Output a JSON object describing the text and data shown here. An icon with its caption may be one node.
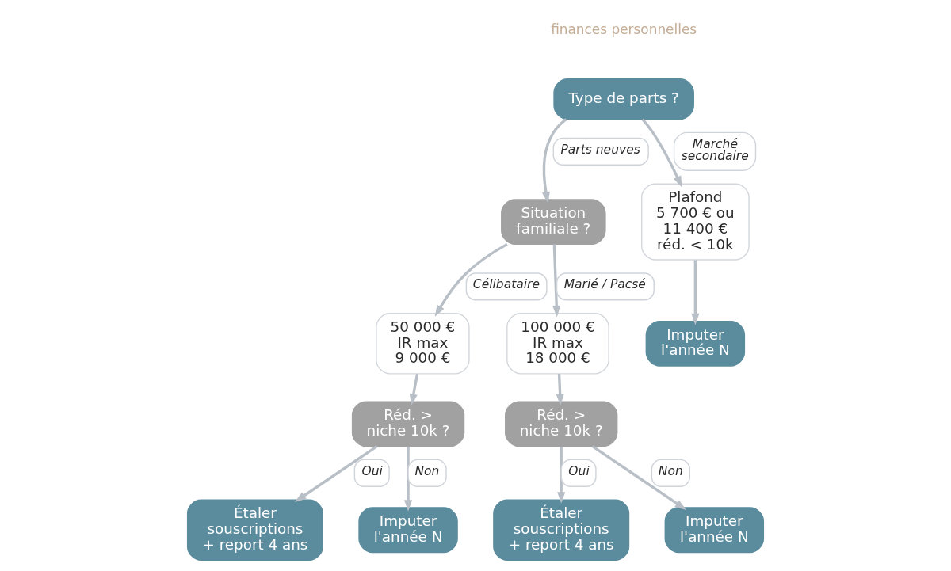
{
  "diagram": {
    "nodes": [
      {
        "text": [
          "Type de parts ?"
        ]
      },
      {
        "text": [
          "Situation familiale ?"
        ]
      },
      {
        "text": [
          "Plafond 5 700 € ou 11 400 € réd. < 10k"
        ]
      },
      {
        "text": [
          "50 000 € IR max 9 000 €"
        ]
      },
      {
        "text": [
          "100 000 € IR max 18 000 €"
        ]
      },
      {
        "text": [
          "Imputer l'année N"
        ]
      },
      {
        "text": [
          "Réd. > niche 10k ?"
        ]
      },
      {
        "text": [
          "Réd. > niche 10k ?"
        ]
      },
      {
        "text": [
          "Étaler souscriptions + report 4 ans"
        ]
      },
      {
        "text": [
          "Imputer l'année N"
        ]
      },
      {
        "text": [
          "Étaler souscriptions + report 4 ans"
        ]
      },
      {
        "text": [
          "Imputer l'année N"
        ]
      }
    ],
    "edges": [
      {
        "from": 0,
        "to": 1,
        "arrow": "to",
        "label": "Parts neuves"
      },
      {
        "from": 0,
        "to": 2,
        "arrow": "to",
        "label": "Marché secondaire"
      },
      {
        "from": 1,
        "to": 3,
        "arrow": "to",
        "label": "Célibataire"
      },
      {
        "from": 1,
        "to": 4,
        "arrow": "to",
        "label": "Marié / Pacsé"
      },
      {
        "from": 2,
        "to": 5,
        "arrow": "to"
      },
      {
        "from": 3,
        "to": 6,
        "arrow": "to"
      },
      {
        "from": 4,
        "to": 7,
        "arrow": "to"
      },
      {
        "from": 6,
        "to": 8,
        "arrow": "to",
        "label": "Oui"
      },
      {
        "from": 6,
        "to": 9,
        "arrow": "to",
        "label": "Non"
      },
      {
        "from": 7,
        "to": 10,
        "arrow": "to",
        "label": "Oui"
      },
      {
        "from": 7,
        "to": 11,
        "arrow": "to",
        "label": "Non"
      }
    ],
    "labels": [
      "finances personnelles"
    ]
  }
}
